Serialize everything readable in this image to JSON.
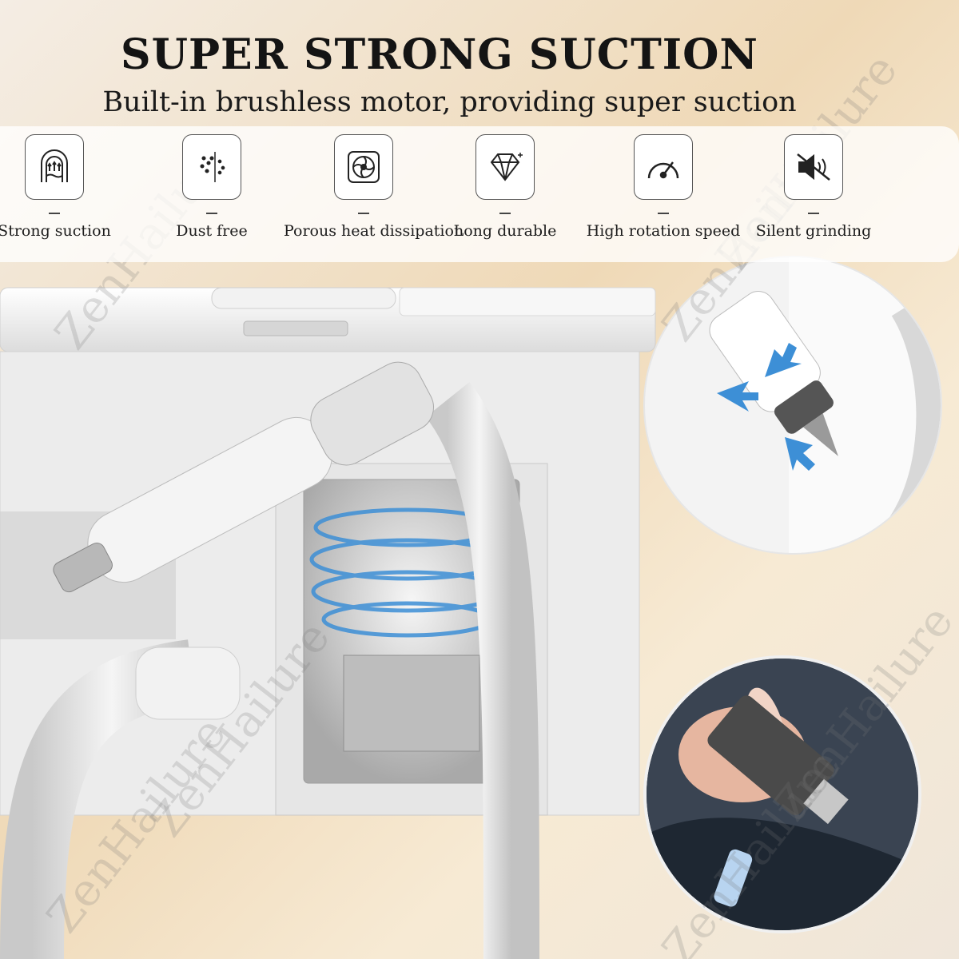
{
  "header": {
    "title": "SUPER STRONG SUCTION",
    "subtitle": "Built-in brushless motor, providing super suction"
  },
  "features": [
    {
      "icon": "suction-arch-icon",
      "label": "Strong suction"
    },
    {
      "icon": "dust-filter-icon",
      "label": "Dust free"
    },
    {
      "icon": "fan-icon",
      "label": "Porous heat dissipation"
    },
    {
      "icon": "diamond-icon",
      "label": "Long durable"
    },
    {
      "icon": "speedometer-icon",
      "label": "High rotation speed"
    },
    {
      "icon": "mute-speaker-icon",
      "label": "Silent grinding"
    }
  ],
  "watermark": "ZenHailure",
  "colors": {
    "accent_blue": "#3d8fd6",
    "background_gold": "#efd9b7"
  }
}
